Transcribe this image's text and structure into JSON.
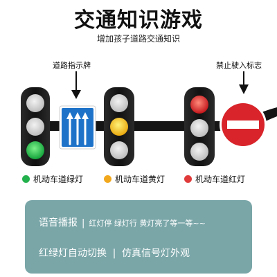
{
  "header": {
    "title": "交通知识游戏",
    "subtitle": "增加孩子道路交通知识"
  },
  "callouts": {
    "road_sign": "道路指示牌",
    "no_entry": "禁止驶入标志"
  },
  "legend": [
    {
      "label": "机动车道绿灯",
      "color": "#22b14c"
    },
    {
      "label": "机动车道黄灯",
      "color": "#f2a81d"
    },
    {
      "label": "机动车道红灯",
      "color": "#e03a3a"
    }
  ],
  "panel": {
    "line1_head": "语音播报",
    "line1_sep": "|",
    "line1_body": "红灯停 绿灯行 黄灯亮了等一等~~",
    "line2_left": "红绿灯自动切换",
    "line2_sep": "|",
    "line2_right": "仿真信号灯外观"
  },
  "colors": {
    "panel_bg": "#7aa6a8",
    "housing": "#1c1c1c",
    "lamp_off": "#d9d9d9",
    "green": "#22b14c",
    "yellow": "#f2c21d",
    "red": "#d8242a",
    "sign_blue": "#1e73c9"
  }
}
